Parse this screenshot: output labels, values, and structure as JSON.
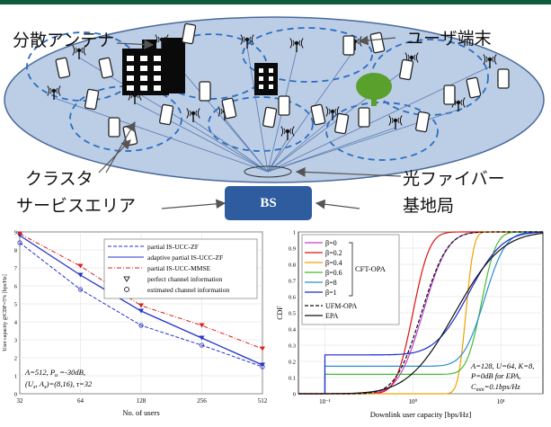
{
  "diagram": {
    "labels": {
      "distributed_antennas": "分散アンテナ",
      "user_terminals": "ユーザ端末",
      "cluster": "クラスタ",
      "optical_fiber": "光ファイバー",
      "service_area": "サービスエリア",
      "base_station": "基地局",
      "bs": "BS"
    },
    "icons": {
      "antenna": "antenna-icon",
      "phone": "smartphone-icon",
      "building": "building-icon",
      "tree": "tree-icon"
    },
    "colors": {
      "ellipse_fill": "#bccde6",
      "ellipse_stroke": "#4a6a9c",
      "cluster_stroke": "#2b6fc0",
      "bs_fill": "#2e5c9e",
      "tree": "#5aa02c",
      "header_bar": "#0e5b3a"
    }
  },
  "chart_data": [
    {
      "type": "line",
      "xlabel": "No. of users",
      "ylabel": "User capacity @CDF=5% [bps/Hz]",
      "x": [
        32,
        64,
        128,
        256,
        512
      ],
      "x_scale": "log2",
      "xlim": [
        32,
        512
      ],
      "ylim": [
        0,
        9
      ],
      "xticks": [
        "32",
        "64",
        "128",
        "256",
        "512"
      ],
      "yticks": [
        "0",
        "1",
        "2",
        "3",
        "4",
        "5",
        "6",
        "7",
        "8",
        "9"
      ],
      "series": [
        {
          "name": "partial IS-UCC-ZF",
          "style": "dashed",
          "color": "#2433c8",
          "values": [
            8.4,
            5.8,
            3.8,
            2.7,
            1.5
          ]
        },
        {
          "name": "adaptive partial IS-UCC-ZF",
          "style": "solid",
          "color": "#2433c8",
          "values": [
            8.8,
            6.6,
            4.6,
            3.1,
            1.6
          ]
        },
        {
          "name": "partial IS-UCC-MMSE",
          "style": "dash-dot",
          "color": "#d62020",
          "values": [
            8.9,
            7.1,
            4.9,
            3.8,
            2.5
          ]
        }
      ],
      "legend": [
        {
          "label": "partial IS-UCC-ZF",
          "style": "dashed",
          "color": "#2433c8"
        },
        {
          "label": "adaptive partial IS-UCC-ZF",
          "style": "solid",
          "color": "#2433c8"
        },
        {
          "label": "partial IS-UCC-MMSE",
          "style": "dash-dot",
          "color": "#d62020"
        },
        {
          "label": "perfect channel information",
          "marker": "triangle"
        },
        {
          "label": "estimated channel information",
          "marker": "circle"
        }
      ],
      "legend_position": "top-right",
      "annotation": [
        "A=512, P_u=-30dB,",
        "(U_x, A_x)=(8,16), τ=32"
      ]
    },
    {
      "type": "line",
      "xlabel": "Downlink user capacity [bps/Hz]",
      "ylabel": "CDF",
      "x_scale": "log10",
      "xlim": [
        0.05,
        30
      ],
      "ylim": [
        0,
        1
      ],
      "xticks": [
        "10⁻¹",
        "10⁰",
        "10¹"
      ],
      "yticks": [
        "0",
        "0.1",
        "0.2",
        "0.3",
        "0.4",
        "0.5",
        "0.6",
        "0.7",
        "0.8",
        "0.9",
        "1"
      ],
      "series": [
        {
          "name": "β=0",
          "color": "#c040d0",
          "style": "solid",
          "median": 1.3,
          "spread": 0.22,
          "floor": 0.0
        },
        {
          "name": "β=0.2",
          "color": "#e01010",
          "style": "solid",
          "median": 1.0,
          "spread": 0.15,
          "floor": 0.0
        },
        {
          "name": "β=0.4",
          "color": "#f0a000",
          "style": "solid",
          "median": 4.0,
          "spread": 0.07,
          "floor": 0.0
        },
        {
          "name": "β=0.6",
          "color": "#44bb33",
          "style": "solid",
          "median": 6.0,
          "spread": 0.13,
          "floor": 0.12
        },
        {
          "name": "β=8",
          "color": "#2b8fd0",
          "style": "solid",
          "median": 6.5,
          "spread": 0.19,
          "floor": 0.17
        },
        {
          "name": "β=1",
          "color": "#1a2ad0",
          "style": "solid",
          "median": 4.3,
          "spread": 0.3,
          "floor": 0.24
        },
        {
          "name": "UFM-OPA",
          "color": "#111111",
          "style": "dashed",
          "median": 1.25,
          "spread": 0.23,
          "floor": 0.0
        },
        {
          "name": "EPA",
          "color": "#111111",
          "style": "solid",
          "median": 3.0,
          "spread": 0.42,
          "floor": 0.0
        }
      ],
      "legend_group": "CFT-OPA",
      "annotation": [
        "A=128, U=64, K=8,",
        "P=0dB for EPA,",
        "C_min=0.1bps/Hz"
      ]
    }
  ]
}
